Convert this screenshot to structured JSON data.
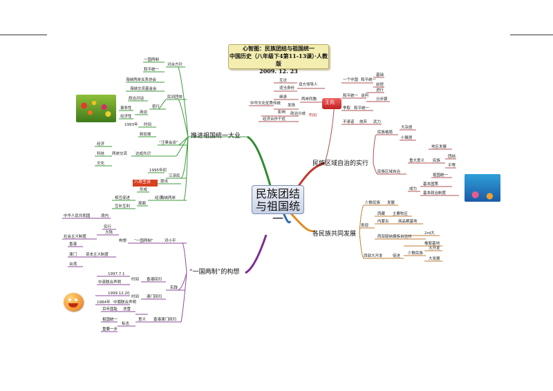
{
  "title": {
    "line1": "心智图：民族团结与祖国统一",
    "line2": "中国历史（八年级下4第11-13课）·人教版",
    "line3": "2009. 12. 23"
  },
  "center": {
    "line1": "民族团结",
    "line2": "与祖国统一"
  },
  "branches": {
    "unify": {
      "label": "推进祖国统一大业",
      "color": "#2e8b2e"
    },
    "autonomy": {
      "label": "民族区域自治的实行",
      "color": "#c0392b"
    },
    "development": {
      "label": "各民族共同发展",
      "color": "#e08a1e"
    },
    "one_country": {
      "label": "“一国两制”的构想",
      "color": "#7b2d8e"
    }
  },
  "wangzhao": {
    "label": "王兆",
    "items": [
      "互访",
      "双方领导人",
      "适当身份",
      "继承",
      "两岸同胞",
      "中华文化",
      "优秀传统",
      "发扬",
      "影响",
      "政治分歧",
      "不同",
      "经济合作干扰",
      "一个中国",
      "和平统一",
      "基础",
      "前提",
      "和平统一",
      "谈判",
      "进行",
      "分步骤",
      "争取",
      "和平统一",
      "不承诺",
      "放弃",
      "武力"
    ]
  },
  "unify_items": {
    "policy": [
      "一国两制",
      "和平统一",
      "对台方针"
    ],
    "groups": [
      "海峡两岸关系协会",
      "海峡交流基金会",
      "民间团体"
    ],
    "comm": [
      "政治对话",
      "事务性",
      "经济性",
      "商谈",
      "密行"
    ],
    "talks": [
      "1993年",
      "时间",
      "新加坡",
      "“汪辜会谈”"
    ],
    "consensus": [
      "经济",
      "科技",
      "文化",
      "两岸交流",
      "达成共识"
    ],
    "jiang": [
      "1995年初",
      "江泽民",
      "八项主张",
      "提出"
    ],
    "relation": [
      "形成",
      "经济",
      "相互促进",
      "局面",
      "互补互利",
      "海峡两岸"
    ]
  },
  "autonomy_items": [
    "民族格局",
    "大杂居",
    "小聚居",
    "民族区域自治",
    "重大意义",
    "民族",
    "团结",
    "平等",
    "祖国统一",
    "成为",
    "基本国策",
    "基本政治制度",
    "地区发展"
  ],
  "development_items": [
    "少数民族",
    "发展",
    "西藏",
    "主要牧区",
    "内蒙古",
    "商品粮基地",
    "表现",
    "2rd大",
    "西双版纳傣族自治州",
    "橡胶基地",
    "西部大开发",
    "促进",
    "少数民族",
    "大开发",
    "大发展"
  ],
  "one_country_items": [
    "中华人民共和国",
    "境内",
    "实行",
    "大陆",
    "社会主义制度",
    "香港",
    "澳门",
    "台湾",
    "资本主义制度",
    "构想",
    "“一国两制”",
    "邓小平",
    "1997.7.1",
    "时间",
    "香港回归",
    "中英联合声明",
    "实践",
    "1999.12.20",
    "时间",
    "澳门回归",
    "1984年",
    "中葡联合声明",
    "百年国耻",
    "洗雪",
    "祖国统一",
    "意义",
    "香港澳门回归",
    "标志",
    "重要一步"
  ]
}
